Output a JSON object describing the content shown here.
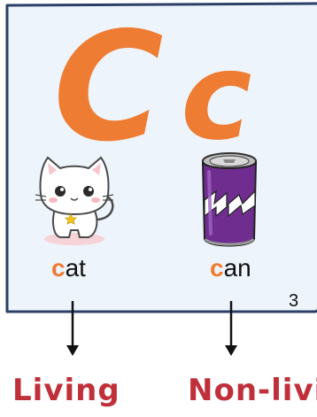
{
  "letters": {
    "upper": "C",
    "lower": "c"
  },
  "words": [
    {
      "first": "c",
      "rest": "at",
      "picture": "cat-icon"
    },
    {
      "first": "c",
      "rest": "an",
      "picture": "soda-can-icon"
    }
  ],
  "page_number": "3",
  "categories": {
    "left": "Living",
    "right": "Non-livi"
  },
  "colors": {
    "letter_orange": "#ee7c32",
    "category_red": "#c0303a",
    "frame_border": "#2b3f66",
    "frame_fill": "#eef4fb",
    "can_purple": "#6f2d8f"
  }
}
